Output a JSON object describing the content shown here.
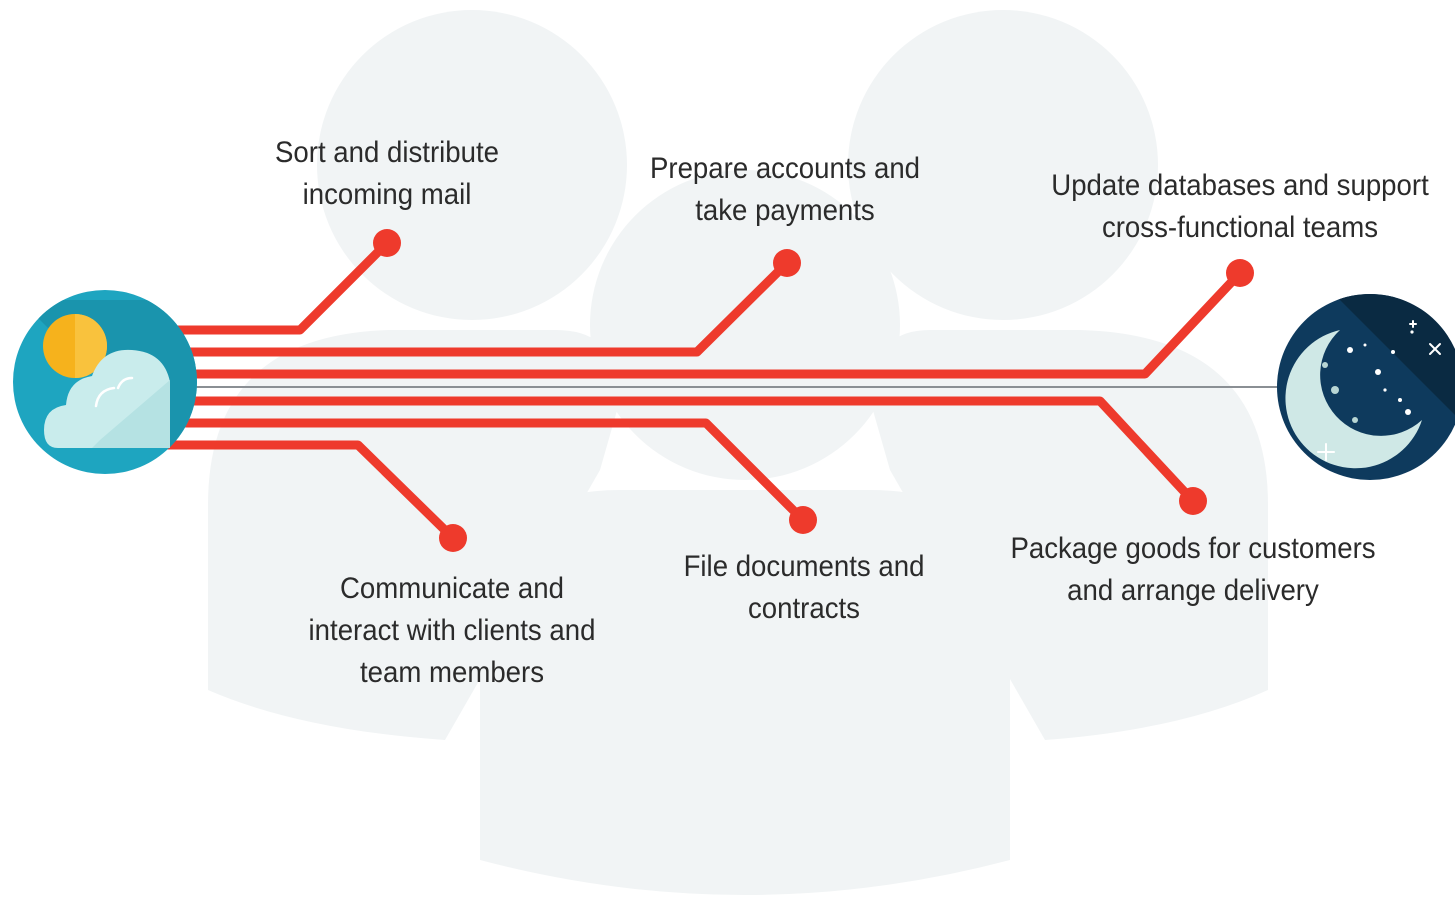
{
  "colors": {
    "silhouette": "#f1f4f5",
    "line": "#ee3a2c",
    "axis": "#8a8f94",
    "day_circle": "#1ea5c0",
    "sun": "#f6b21c",
    "cloud": "#c9ecec",
    "night_circle": "#0e3a5d",
    "moon": "#cfe8e6"
  },
  "icons": {
    "start": "sun-cloud-icon",
    "end": "moon-stars-icon"
  },
  "tasks": [
    {
      "id": "mail",
      "lines": [
        "Sort and distribute",
        "incoming mail"
      ]
    },
    {
      "id": "accounts",
      "lines": [
        "Prepare accounts and",
        "take payments"
      ]
    },
    {
      "id": "databases",
      "lines": [
        "Update databases and support",
        "cross-functional teams"
      ]
    },
    {
      "id": "communicate",
      "lines": [
        "Communicate and",
        "interact with clients and",
        "team members"
      ]
    },
    {
      "id": "documents",
      "lines": [
        "File documents and",
        "contracts"
      ]
    },
    {
      "id": "package",
      "lines": [
        "Package goods for customers",
        "and arrange delivery"
      ]
    }
  ]
}
